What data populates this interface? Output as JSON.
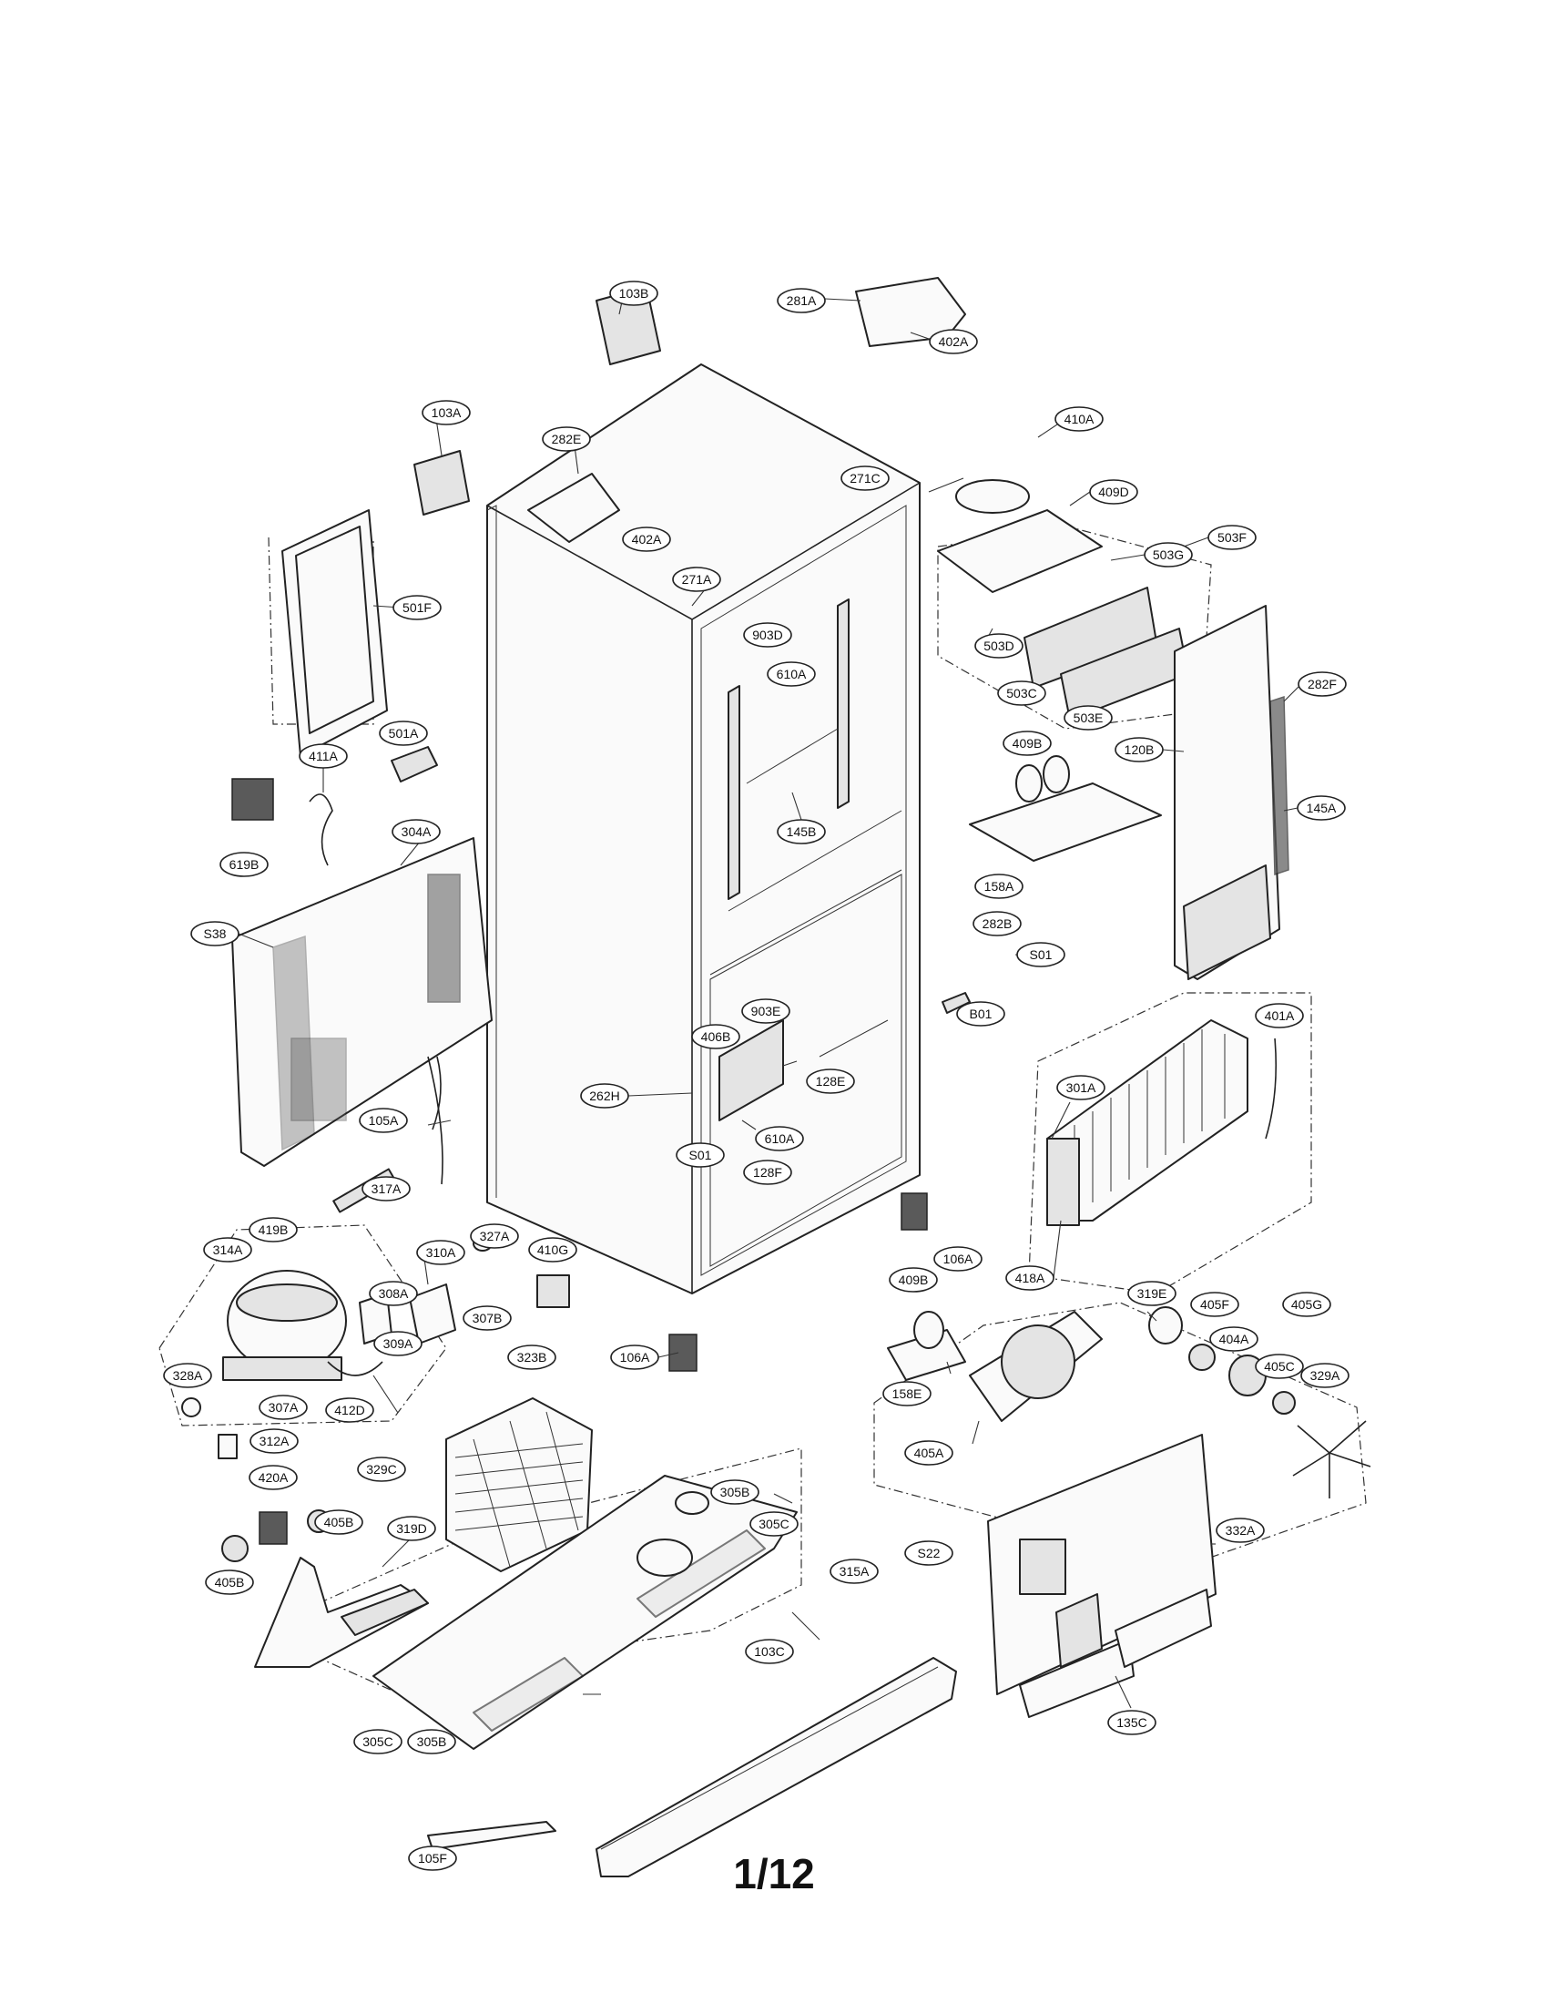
{
  "page_number": "1/12",
  "callouts": [
    {
      "id": "p103B",
      "text": "103B"
    },
    {
      "id": "p281A",
      "text": "281A"
    },
    {
      "id": "p402A_top",
      "text": "402A"
    },
    {
      "id": "p103A",
      "text": "103A"
    },
    {
      "id": "p282E",
      "text": "282E"
    },
    {
      "id": "p402A_mid",
      "text": "402A"
    },
    {
      "id": "p271C",
      "text": "271C"
    },
    {
      "id": "p410A",
      "text": "410A"
    },
    {
      "id": "p409D",
      "text": "409D"
    },
    {
      "id": "p503G",
      "text": "503G"
    },
    {
      "id": "p503F",
      "text": "503F"
    },
    {
      "id": "p271A",
      "text": "271A"
    },
    {
      "id": "p903D",
      "text": "903D"
    },
    {
      "id": "p610A_top",
      "text": "610A"
    },
    {
      "id": "p501F",
      "text": "501F"
    },
    {
      "id": "p503D",
      "text": "503D"
    },
    {
      "id": "p503C",
      "text": "503C"
    },
    {
      "id": "p503E",
      "text": "503E"
    },
    {
      "id": "p282F",
      "text": "282F"
    },
    {
      "id": "p120B",
      "text": "120B"
    },
    {
      "id": "p409B_top",
      "text": "409B"
    },
    {
      "id": "p145A",
      "text": "145A"
    },
    {
      "id": "p411A",
      "text": "411A"
    },
    {
      "id": "p501A",
      "text": "501A"
    },
    {
      "id": "p304A",
      "text": "304A"
    },
    {
      "id": "p619B",
      "text": "619B"
    },
    {
      "id": "p158A",
      "text": "158A"
    },
    {
      "id": "p145B",
      "text": "145B"
    },
    {
      "id": "pS38",
      "text": "S38"
    },
    {
      "id": "p282B",
      "text": "282B"
    },
    {
      "id": "pS01_right",
      "text": "S01"
    },
    {
      "id": "pB01",
      "text": "B01"
    },
    {
      "id": "p903E",
      "text": "903E"
    },
    {
      "id": "p406B",
      "text": "406B"
    },
    {
      "id": "p301A",
      "text": "301A"
    },
    {
      "id": "p401A",
      "text": "401A"
    },
    {
      "id": "p128E",
      "text": "128E"
    },
    {
      "id": "p262H",
      "text": "262H"
    },
    {
      "id": "p105A",
      "text": "105A"
    },
    {
      "id": "p610A_bot",
      "text": "610A"
    },
    {
      "id": "pS01_left",
      "text": "S01"
    },
    {
      "id": "p128F",
      "text": "128F"
    },
    {
      "id": "p317A",
      "text": "317A"
    },
    {
      "id": "p419B",
      "text": "419B"
    },
    {
      "id": "p327A",
      "text": "327A"
    },
    {
      "id": "p314A",
      "text": "314A"
    },
    {
      "id": "p310A",
      "text": "310A"
    },
    {
      "id": "p410G",
      "text": "410G"
    },
    {
      "id": "p106A_right",
      "text": "106A"
    },
    {
      "id": "p308A",
      "text": "308A"
    },
    {
      "id": "p307B",
      "text": "307B"
    },
    {
      "id": "p418A",
      "text": "418A"
    },
    {
      "id": "p409B_bot",
      "text": "409B"
    },
    {
      "id": "p319E",
      "text": "319E"
    },
    {
      "id": "p405F",
      "text": "405F"
    },
    {
      "id": "p405G",
      "text": "405G"
    },
    {
      "id": "p309A",
      "text": "309A"
    },
    {
      "id": "p323B",
      "text": "323B"
    },
    {
      "id": "p106A_left",
      "text": "106A"
    },
    {
      "id": "p404A",
      "text": "404A"
    },
    {
      "id": "p328A",
      "text": "328A"
    },
    {
      "id": "p307A",
      "text": "307A"
    },
    {
      "id": "p412D",
      "text": "412D"
    },
    {
      "id": "p405C_right",
      "text": "405C"
    },
    {
      "id": "p329A",
      "text": "329A"
    },
    {
      "id": "p158E",
      "text": "158E"
    },
    {
      "id": "p312A",
      "text": "312A"
    },
    {
      "id": "p329C",
      "text": "329C"
    },
    {
      "id": "p405A",
      "text": "405A"
    },
    {
      "id": "p420A",
      "text": "420A"
    },
    {
      "id": "p305B_top",
      "text": "305B"
    },
    {
      "id": "p405B_mid",
      "text": "405B"
    },
    {
      "id": "p305C_top",
      "text": "305C"
    },
    {
      "id": "p319D",
      "text": "319D"
    },
    {
      "id": "pS22",
      "text": "S22"
    },
    {
      "id": "p332A",
      "text": "332A"
    },
    {
      "id": "p405B_left",
      "text": "405B"
    },
    {
      "id": "p315A",
      "text": "315A"
    },
    {
      "id": "p103C",
      "text": "103C"
    },
    {
      "id": "p135C",
      "text": "135C"
    },
    {
      "id": "p305C_bot",
      "text": "305C"
    },
    {
      "id": "p305B_bot",
      "text": "305B"
    },
    {
      "id": "p105F",
      "text": "105F"
    }
  ]
}
